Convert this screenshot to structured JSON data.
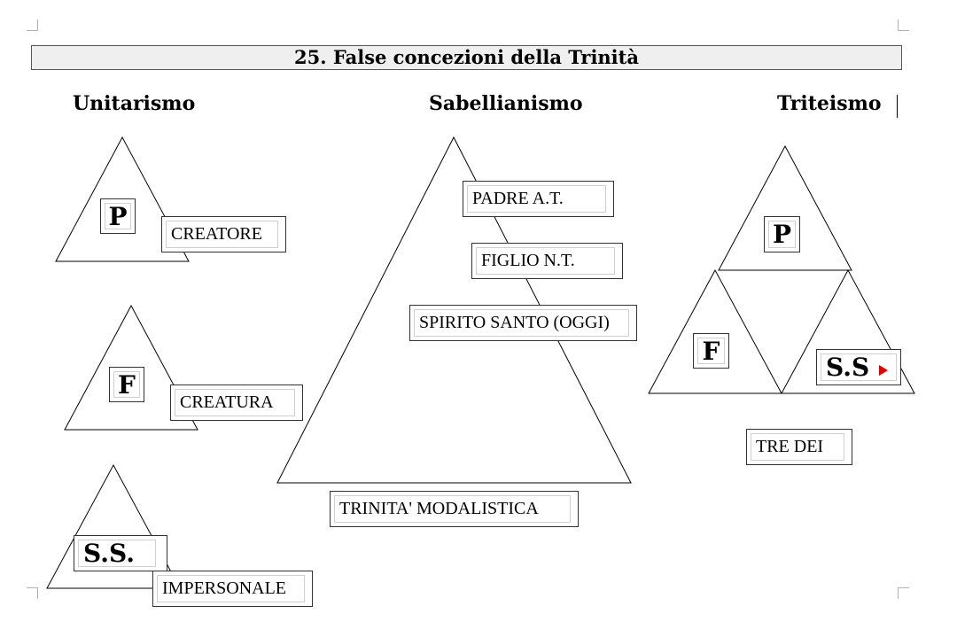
{
  "title": "25. False concezioni della Trinità",
  "headings": {
    "unitarismo": "Unitarismo",
    "sabellianismo": "Sabellianismo",
    "triteismo": "Triteismo"
  },
  "unitarismo": {
    "padre": {
      "letter": "P",
      "label": "CREATORE"
    },
    "figlio": {
      "letter": "F",
      "label": "CREATURA"
    },
    "spirito": {
      "letter": "S.S.",
      "label": "IMPERSONALE"
    }
  },
  "sabellianismo": {
    "modes": [
      "PADRE A.T.",
      "FIGLIO N.T.",
      "SPIRITO SANTO (OGGI)"
    ],
    "label": "TRINITA' MODALISTICA"
  },
  "triteismo": {
    "padre": "P",
    "figlio": "F",
    "spirito": "S.S",
    "label": "TRE DEI"
  },
  "colors": {
    "line": "#000000",
    "accent_arrow": "#e00000",
    "title_bg": "#efefef"
  }
}
